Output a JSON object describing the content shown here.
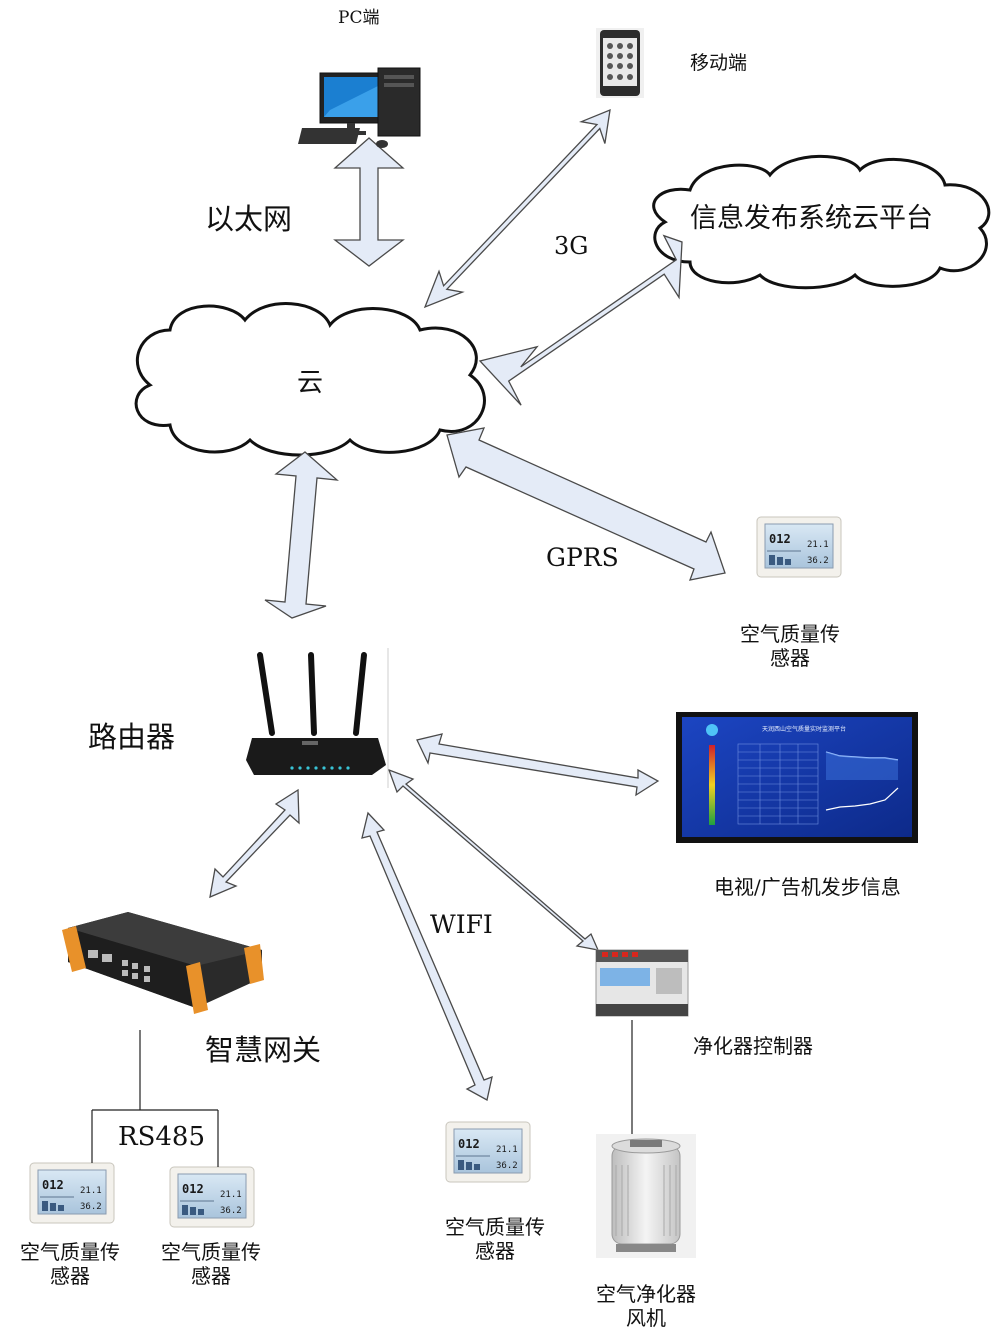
{
  "labels": {
    "pc": "PC端",
    "mobile": "移动端",
    "ethernet": "以太网",
    "three_g": "3G",
    "cloud_platform": "信息发布系统云平台",
    "cloud": "云",
    "gprs": "GPRS",
    "aq_sensor_gprs": "空气质量传感器",
    "router": "路由器",
    "tv": "电视/广告机发步信息",
    "wifi": "WIFI",
    "gateway": "智慧网关",
    "purifier_controller": "净化器控制器",
    "rs485": "RS485",
    "aq_sensor_wifi": "空气质量传感器",
    "aq_sensor_rs485_1": "空气质量传感器",
    "aq_sensor_rs485_2": "空气质量传感器",
    "purifier_fan": "空气净化器风机"
  },
  "sensor_display": {
    "main": "012",
    "temp": "21.1",
    "humidity": "36.2"
  },
  "tv_screen_title": "天润西山空气质量实时监测平台",
  "colors": {
    "arrow_fill": "#e4ebf7",
    "arrow_stroke": "#4a4a4a",
    "gateway_orange": "#e8912a",
    "tv_blue": "#1a3fb8"
  }
}
